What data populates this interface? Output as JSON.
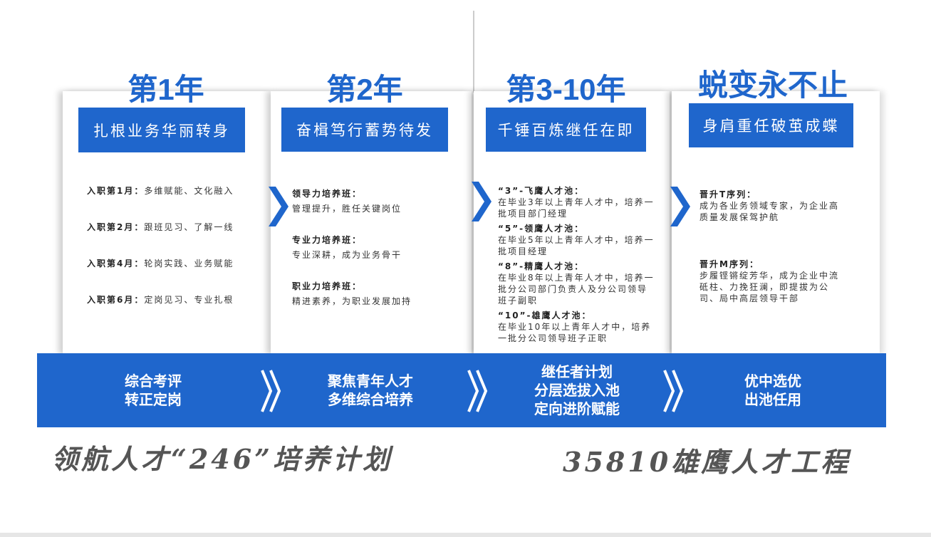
{
  "columns": [
    {
      "title": "第1年",
      "box": "扎根业务华丽转身",
      "items": [
        {
          "label": "入职第1月：",
          "text": "多维赋能、文化融入"
        },
        {
          "label": "入职第2月：",
          "text": "跟班见习、了解一线"
        },
        {
          "label": "入职第4月：",
          "text": "轮岗实践、业务赋能"
        },
        {
          "label": "入职第6月：",
          "text": "定岗见习、专业扎根"
        }
      ]
    },
    {
      "title": "第2年",
      "box": "奋楫笃行蓄势待发",
      "items": [
        {
          "label": "领导力培养班：",
          "text": "管理提升，胜任关键岗位"
        },
        {
          "label": "专业力培养班：",
          "text": "专业深耕，成为业务骨干"
        },
        {
          "label": "职业力培养班：",
          "text": "精进素养，为职业发展加持"
        }
      ]
    },
    {
      "title": "第3-10年",
      "box": "千锤百炼继任在即",
      "items": [
        {
          "label": "“3”-飞鹰人才池：",
          "text": "在毕业3年以上青年人才中，培养一批项目部门经理"
        },
        {
          "label": "“5”-领鹰人才池：",
          "text": "在毕业5年以上青年人才中，培养一批项目经理"
        },
        {
          "label": "“8”-精鹰人才池：",
          "text": "在毕业8年以上青年人才中，培养一批分公司部门负责人及分公司领导班子副职"
        },
        {
          "label": "“10”-雄鹰人才池：",
          "text": "在毕业10年以上青年人才中，培养一批分公司领导班子正职"
        }
      ]
    },
    {
      "title": "蜕变永不止",
      "box": "身肩重任破茧成蝶",
      "items": [
        {
          "label": "晋升T序列：",
          "text": "成为各业务领域专家，为企业高质量发展保驾护航"
        },
        {
          "label": "晋升M序列：",
          "text": "步履铿锵绽芳华，成为企业中流砥柱、力挽狂澜，即提拔为公司、局中高层领导干部"
        }
      ]
    }
  ],
  "band": [
    {
      "l1": "综合考评",
      "l2": "转正定岗"
    },
    {
      "l1": "聚焦青年人才",
      "l2": "多维综合培养"
    },
    {
      "l1": "继任者计划",
      "l2": "分层选拔入池",
      "l3": "定向进阶赋能"
    },
    {
      "l1": "优中选优",
      "l2": "出池任用"
    }
  ],
  "footer": {
    "left": "领航人才“246”培养计划",
    "right": "35810雄鹰人才工程"
  },
  "colors": {
    "blue": "#1f66cc"
  }
}
